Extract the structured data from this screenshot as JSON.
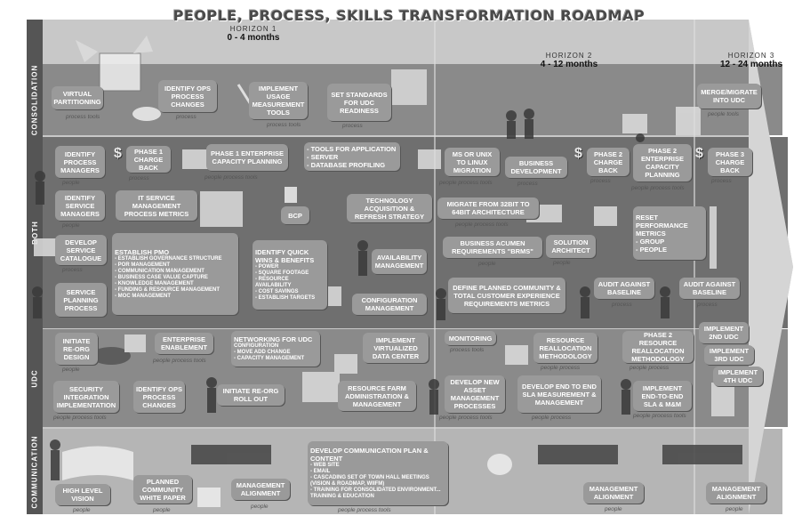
{
  "title": "PEOPLE, PROCESS, SKILLS TRANSFORMATION ROADMAP",
  "horizons": [
    {
      "name": "HORIZON 1",
      "range": "0 - 4 months"
    },
    {
      "name": "HORIZON 2",
      "range": "4 - 12 months"
    },
    {
      "name": "HORIZON 3",
      "range": "12 - 24 months"
    }
  ],
  "rows": [
    "CONSOLIDATION",
    "BOTH",
    "UDC",
    "COMMUNICATION"
  ],
  "boxes": {
    "c1": "VIRTUAL PARTITIONING",
    "c2": "IDENTIFY OPS PROCESS CHANGES",
    "c3": "IMPLEMENT USAGE MEASUREMENT TOOLS",
    "c4": "SET STANDARDS FOR UDC READINESS",
    "c5": "MERGE/MIGRATE INTO UDC",
    "b1": "IDENTIFY PROCESS MANAGERS",
    "b2": "PHASE 1 CHARGE BACK",
    "b3": "PHASE 1 ENTERPRISE CAPACITY PLANNING",
    "b4_title": "- TOOLS FOR APPLICATION",
    "b4_l1": "- SERVER",
    "b4_l2": "- DATABASE PROFILING",
    "b5": "MS OR UNIX TO LINUX MIGRATION",
    "b6": "BUSINESS DEVELOPMENT",
    "b7": "PHASE 2 CHARGE BACK",
    "b8": "PHASE 2 ENTERPRISE CAPACITY PLANNING",
    "b9": "PHASE 3 CHARGE BACK",
    "b10": "IDENTIFY SERVICE MANAGERS",
    "b11": "IT SERVICE MANAGEMENT PROCESS METRICS",
    "b12": "BCP",
    "b13": "TECHNOLOGY ACQUISITION & REFRESH STRATEGY",
    "b14": "MIGRATE FROM 32BIT TO 64BIT ARCHITECTURE",
    "b15": "RESET PERFORMANCE METRICS",
    "b15_l1": "- GROUP",
    "b15_l2": "- PEOPLE",
    "b16": "DEVELOP SERVICE CATALOGUE",
    "b17_title": "ESTABLISH PMO",
    "b17_items": [
      "- ESTABLISH GOVERNANCE STRUCTURE",
      "- POR MANAGEMENT",
      "- COMMUNICATION MANAGEMENT",
      "- BUSINESS CASE VALUE CAPTURE",
      "- KNOWLEDGE MANAGEMENT",
      "- FUNDING & RESOURCE MANAGEMENT",
      "- MOC MANAGEMENT"
    ],
    "b18_title": "IDENTIFY QUICK WINS & BENEFITS",
    "b18_items": [
      "- POWER",
      "- SQUARE FOOTAGE",
      "- RESOURCE AVAILABILITY",
      "- COST SAVINGS",
      "- ESTABLISH TARGETS"
    ],
    "b19": "AVAILABILITY MANAGEMENT",
    "b20": "BUSINESS ACUMEN REQUIREMENTS \"BRMs\"",
    "b21": "SOLUTION ARCHITECT",
    "b22": "SERVICE PLANNING PROCESS",
    "b23": "CONFIGURATION MANAGEMENT",
    "b24": "DEFINE PLANNED COMMUNITY & TOTAL CUSTOMER EXPERIENCE REQUIREMENTS METRICS",
    "b25": "AUDIT AGAINST BASELINE",
    "b26": "AUDIT AGAINST BASELINE",
    "u1": "INITIATE RE-ORG DESIGN",
    "u2": "ENTERPRISE ENABLEMENT",
    "u3_title": "NETWORKING FOR UDC",
    "u3_l1": "CONFIGURATION",
    "u3_l2": "- MOVE ADD CHANGE",
    "u3_l3": "- CAPACITY MANAGEMENT",
    "u4": "IMPLEMENT VIRTUALIZED DATA CENTER",
    "u5": "MONITORING",
    "u6": "RESOURCE REALLOCATION METHODOLOGY",
    "u7": "PHASE 2 RESOURCE REALLOCATION METHODOLOGY",
    "u8": "IMPLEMENT 2ND UDC",
    "u9": "IMPLEMENT 3RD UDC",
    "u10": "IMPLEMENT 4TH UDC",
    "u11": "SECURITY INTEGRATION IMPLEMENTATION",
    "u12": "IDENTIFY OPS PROCESS CHANGES",
    "u13": "INITIATE RE-ORG ROLL OUT",
    "u14": "RESOURCE FARM ADMINISTRATION & MANAGEMENT",
    "u15": "DEVELOP NEW ASSET MANAGEMENT PROCESSES",
    "u16": "DEVELOP END TO END SLA MEASUREMENT & MANAGEMENT",
    "u17": "IMPLEMENT END-TO-END SLA & M&M",
    "m1": "HIGH LEVEL VISION",
    "m2": "PLANNED COMMUNITY WHITE PAPER",
    "m3": "MANAGEMENT ALIGNMENT",
    "m4_title": "DEVELOP COMMUNICATION PLAN & CONTENT",
    "m4_items": [
      "- WEB SITE",
      "- EMAIL",
      "- CASCADING SET OF TOWN HALL MEETINGS",
      "(VISION & ROADMAP, WIIFM)",
      "- TRAINING FOR CONSOLIDATED ENVIRONMENT...",
      "TRAINING & EDUCATION"
    ],
    "m5": "MANAGEMENT ALIGNMENT",
    "m6": "MANAGEMENT ALIGNMENT"
  },
  "tags": {
    "ppt": "people process tools",
    "pp": "people process",
    "people": "people",
    "process": "process",
    "process_tools": "process tools",
    "people_tools": "people tools"
  },
  "colors": {
    "band_dark": "#6e6e6e",
    "band_light": "#b8b8b8",
    "box": "#9a9a9a"
  }
}
